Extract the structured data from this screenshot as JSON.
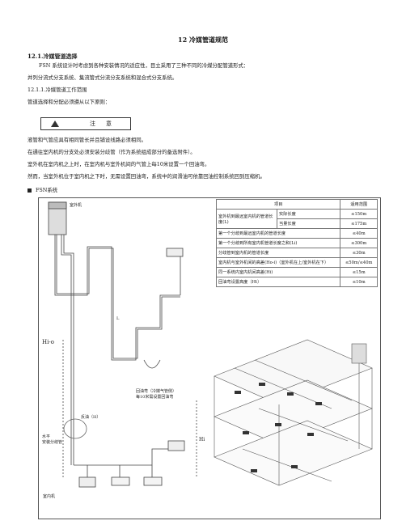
{
  "title": "12 冷媒管道规范",
  "section": "12.1.冷媒管道选择",
  "intro": [
    "FSN 系统设计时考虑到各种安装情况的适应性，目立采用了三种不同的冷媒分配管道形式：",
    "并列分流式分支系统、集流管式分流分支系统和混合式分支系统。"
  ],
  "sub_heading": "12.1.1.冷媒管道工作范围",
  "principle": "管道选择和分配必须遵从以下原则：",
  "note_label": "注　意",
  "rules": [
    "液管和气管应具有相同管长并且铺设线路必须相同。",
    "在通往室内机的分支处必须安装分歧管（作为系统组成部分的备选附件）。",
    "室外机在室内机之上时，在室内机与室外机间的气管上每10米设置一个回油弯。",
    "然而，当室外机位于室内机之下时，无需设置回油弯，系统中的润滑油可依靠回油控制系统回到压缩机。"
  ],
  "system_label": "FSN系统",
  "diagram": {
    "outdoor_unit": "室外机",
    "indoor_unit": "室内机",
    "Ho": "Hi-o",
    "Hi": "Hi",
    "L": "L",
    "oil_trap_note": [
      "回油弯（冷媒气管侧）",
      "每10米需设置回油弯"
    ],
    "branch_note": [
      "水平",
      "安装分歧管"
    ],
    "trap_label": "反油（H）"
  },
  "table": {
    "header": [
      "项目",
      "适用范围"
    ],
    "rows": [
      [
        "室外机到最远室内机的管道长度(L)",
        "实际长度",
        "≤150m"
      ],
      [
        "",
        "当量长度",
        "≤175m"
      ],
      [
        "第一个分歧到最远室内机的管道长度",
        "",
        "≤40m"
      ],
      [
        "第一个分歧到所有室内机管道长度之和(Li)",
        "",
        "≤300m"
      ],
      [
        "分歧管到室内机的管道长度",
        "",
        "≤30m"
      ],
      [
        "室内机与室外机间的高差(Ho-i)（室外机在上/室外机在下）",
        "",
        "≤50m/≤40m"
      ],
      [
        "同一系统内室内机间高差(Hi)",
        "",
        "≤15m"
      ],
      [
        "回油弯设置高度（Ht）",
        "",
        "≤10m"
      ]
    ]
  }
}
